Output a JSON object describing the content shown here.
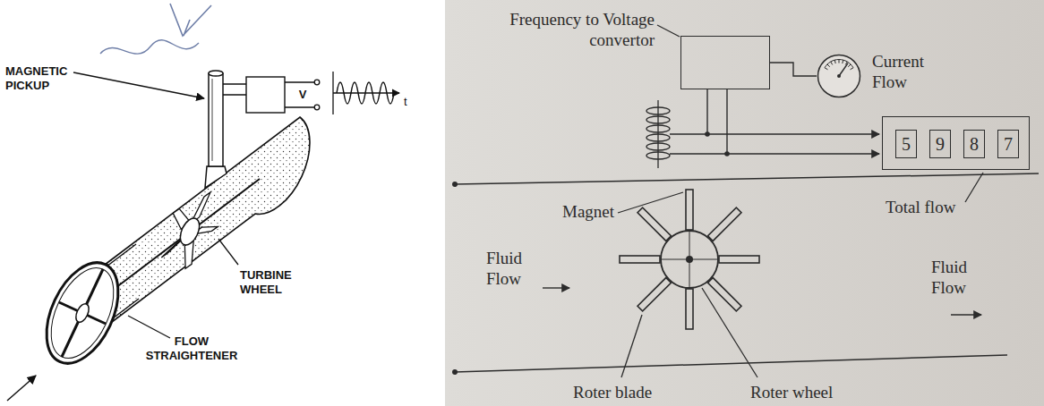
{
  "diagram": {
    "nodes": [
      {
        "text": [
          "Frequency to Voltage convertor"
        ]
      },
      {
        "text": [
          "Current Flow"
        ]
      },
      {
        "text": [
          "Total flow"
        ]
      },
      {
        "text": [
          "5"
        ],
        "in": 2
      },
      {
        "text": [
          "9"
        ],
        "in": 2
      },
      {
        "text": [
          "8"
        ],
        "in": 2
      },
      {
        "text": [
          "7"
        ],
        "in": 2
      }
    ],
    "edges": [
      {
        "from": 0,
        "to": 1,
        "arrow": "none"
      }
    ],
    "labels": [
      "MAGNETIC PICKUP",
      "V",
      "t",
      "TURBINE WHEEL",
      "FLOW STRAIGHTENER",
      "Magnet",
      "Fluid Flow",
      "Fluid Flow",
      "Roter blade",
      "Roter wheel"
    ]
  }
}
